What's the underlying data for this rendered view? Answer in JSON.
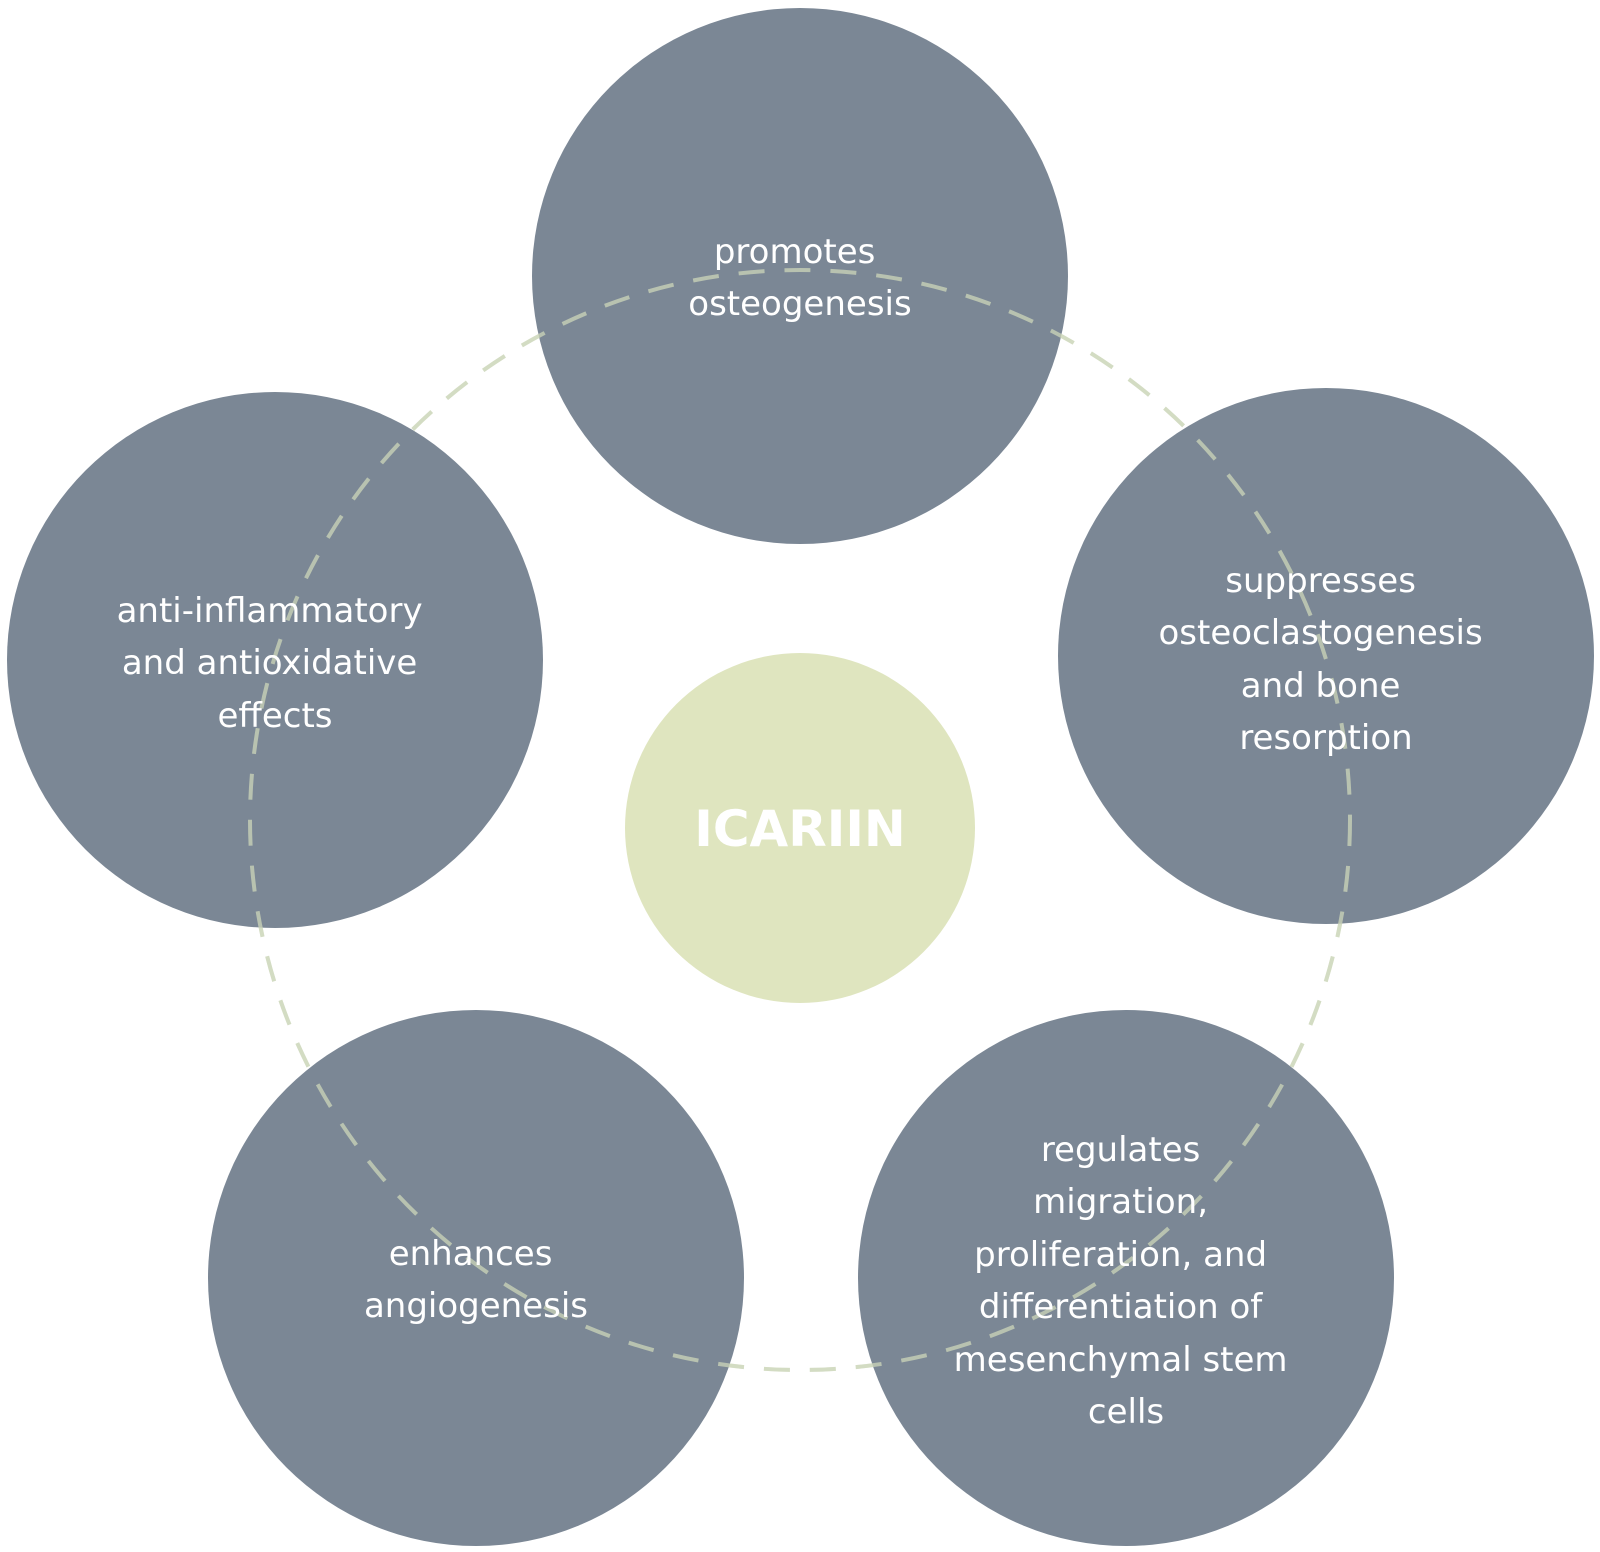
{
  "colors": {
    "background": "#ffffff",
    "node_fill": "#7b8795",
    "center_fill": "#dfe5bf",
    "ring_stroke": "#ccd6b9",
    "label_text": "#ffffff"
  },
  "center": {
    "label": "ICARIIN"
  },
  "nodes": [
    {
      "id": "top",
      "lines": [
        "promotes",
        "osteogenesis"
      ]
    },
    {
      "id": "right",
      "lines": [
        "suppresses",
        "osteoclastogenesis",
        "and bone",
        "resorption"
      ]
    },
    {
      "id": "bottom-right",
      "lines": [
        "regulates",
        "migration,",
        "proliferation, and",
        "differentiation of",
        "mesenchymal stem",
        "cells"
      ]
    },
    {
      "id": "bottom-left",
      "lines": [
        "enhances",
        "angiogenesis"
      ]
    },
    {
      "id": "left",
      "lines": [
        "anti-inflammatory",
        "and antioxidative",
        "effects"
      ]
    }
  ]
}
